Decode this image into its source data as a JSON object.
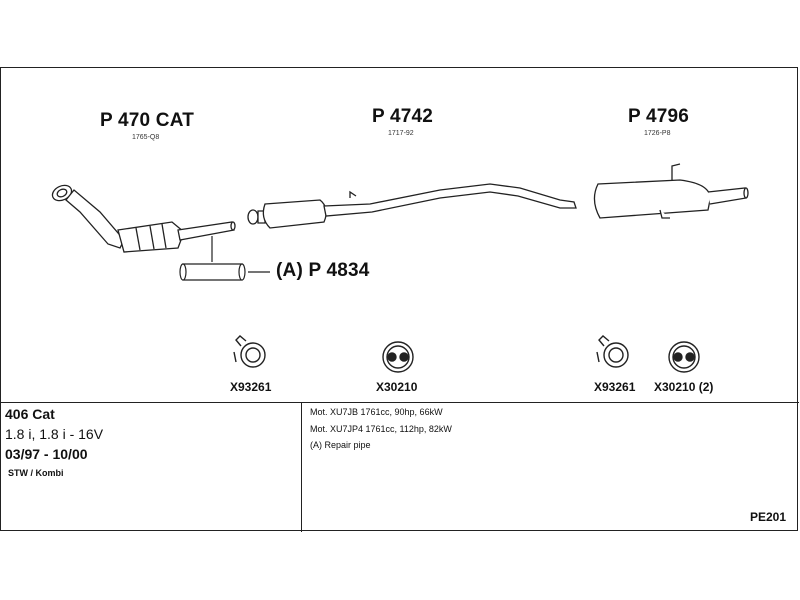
{
  "parts": {
    "catalyst": {
      "label": "P 470 CAT",
      "sub": "1765-Q8"
    },
    "middle": {
      "label": "P 4742",
      "sub": "1717-92"
    },
    "rear": {
      "label": "P 4796",
      "sub": "1726-P8"
    },
    "repair_pipe": {
      "label": "(A) P 4834"
    }
  },
  "fittings": {
    "clamp_1": "X93261",
    "rubber_1": "X30210",
    "clamp_2": "X93261",
    "rubber_2": "X30210 (2)"
  },
  "vehicle": {
    "model": "406 Cat",
    "engines": "1.8 i, 1.8 i - 16V",
    "years": "03/97 - 10/00",
    "body": "STW / Kombi"
  },
  "notes": {
    "line1": "Mot. XU7JB 1761cc, 90hp, 66kW",
    "line2": "Mot. XU7JP4 1761cc, 112hp, 82kW",
    "line3": "(A) Repair pipe"
  },
  "catalog_code": "PE201"
}
